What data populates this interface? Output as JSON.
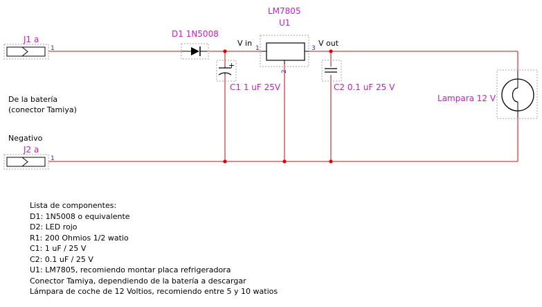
{
  "colors": {
    "wire": "#d04040",
    "node": "#e00000",
    "part_label": "#c020c0",
    "pin": "#1030c0",
    "outline": "#a0a0a0",
    "body": "#000000"
  },
  "labels": {
    "u1_part": "LM7805",
    "u1_ref": "U1",
    "d1": "D1 1N5008",
    "vin": "V in",
    "vout": "V out",
    "j1": "J1 a",
    "j2": "J2 a",
    "c1": "C1 1 uF 25V",
    "c2": "C2 0.1 uF 25 V",
    "lamp": "Lampara 12 V",
    "battery_line1": "De la batería",
    "battery_line2": "(conector Tamiya)",
    "negativo": "Negativo",
    "c1_plus": "+",
    "pin_j1": "1",
    "pin_j2": "1",
    "pin_u1_in": "1",
    "pin_u1_gnd": "2",
    "pin_u1_out": "3"
  },
  "icons": {
    "connectors": "connector-icon",
    "diode": "diode-icon",
    "regulator": "regulator-icon",
    "capacitor": "capacitor-icon",
    "lamp": "lamp-icon"
  },
  "component_list": [
    "Lista de componentes:",
    "D1: 1N5008 o equivalente",
    "D2: LED rojo",
    "R1: 200 Ohmios 1/2 watio",
    "C1: 1 uF / 25 V",
    "C2: 0.1 uF / 25 V",
    "U1: LM7805, recomiendo montar placa refrigeradora",
    "Conector Tamiya, dependiendo de la batería a descargar",
    "Lámpara de coche de 12 Voltios, recomiendo entre 5 y 10 watios"
  ]
}
